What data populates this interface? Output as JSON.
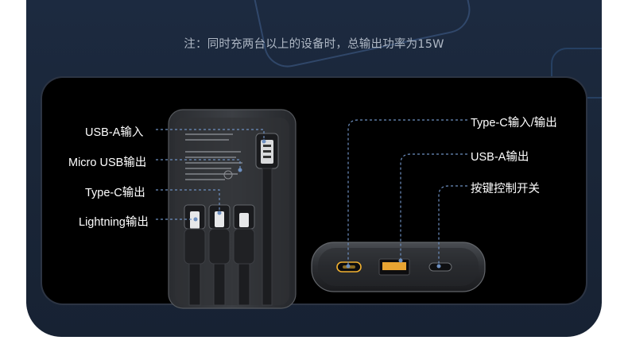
{
  "note": "注：同时充两台以上的设备时，总输出功率为15W",
  "left_labels": {
    "usb_a_in": "USB-A输入",
    "micro_usb_out": "Micro USB输出",
    "type_c_out": "Type-C输出",
    "lightning_out": "Lightning输出"
  },
  "right_labels": {
    "type_c_in_out": "Type-C输入/输出",
    "usb_a_out": "USB-A输出",
    "button": "按键控制开关"
  },
  "colors": {
    "background": "#1b283b",
    "panel": "#000000",
    "leader_line": "#6d8fc0",
    "type_c_port_glow": "#f0b030",
    "usb_a_port": "#e8a432"
  }
}
